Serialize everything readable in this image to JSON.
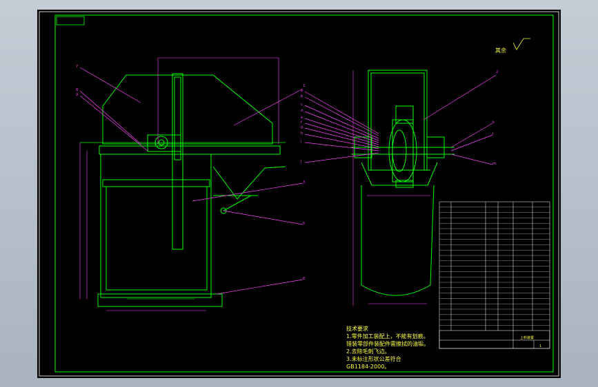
{
  "drawing": {
    "tech_requirements": {
      "heading": "技术要求",
      "lines": [
        "1.零件加工装配上，不能有划痕。",
        "错装零部件装配件需擦拭的油垢。",
        "2.去除毛刺飞边。",
        "3.未标注形状公差符合",
        "GB1184-2000。"
      ]
    },
    "other_label": "其余",
    "title_block": {
      "drawing_name": "上料装置",
      "sheet_no": "1"
    },
    "colors": {
      "background": "#000000",
      "frame": "#00ff00",
      "outline": "#00ff00",
      "leader": "#ff40ff",
      "text": "#ffffff",
      "notes": "#ffff40"
    }
  }
}
